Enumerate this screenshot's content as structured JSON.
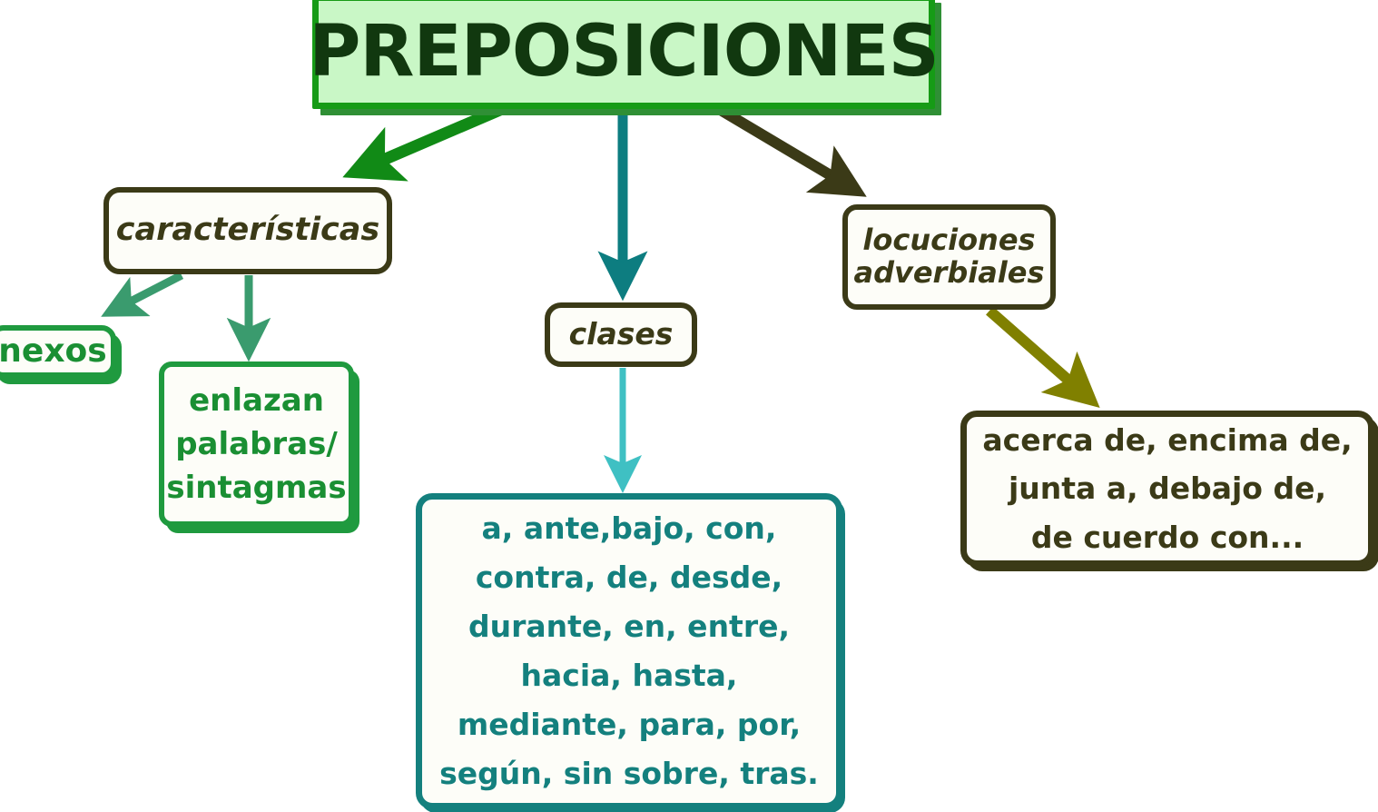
{
  "diagram": {
    "title": "PREPOSICIONES",
    "nodes": {
      "title": {
        "label": "PREPOSICIONES",
        "fill_color": "#c9f7c6",
        "border_color": "#169b16",
        "text_color": "#11380f"
      },
      "caracteristicas": {
        "label": "características",
        "border_color": "#3b3a17",
        "text_color": "#3b3a17"
      },
      "clases": {
        "label": "clases",
        "border_color": "#3b3a17",
        "text_color": "#3b3a17"
      },
      "locuciones": {
        "label": "locuciones adverbiales",
        "line_1": "locuciones",
        "line_2": "adverbiales",
        "border_color": "#3b3a17",
        "text_color": "#3b3a17"
      },
      "nexos": {
        "label": "nexos",
        "border_color": "#1f9a3f",
        "text_color": "#1a8f33"
      },
      "enlazan": {
        "label": "enlazan palabras/ sintagmas",
        "line_1": "enlazan",
        "line_2": "palabras/",
        "line_3": "sintagmas",
        "border_color": "#1f9a3f",
        "text_color": "#1a8f33"
      },
      "prepositions_list": {
        "label": "a, ante,bajo, con, contra, de, desde, durante, en, entre, hacia, hasta, mediante, para, por, según, sin sobre, tras.",
        "line_1": "a, ante,bajo, con,",
        "line_2": "contra, de, desde,",
        "line_3": "durante, en, entre,",
        "line_4": "hacia, hasta,",
        "line_5": "mediante, para, por,",
        "line_6": "según, sin sobre, tras.",
        "border_color": "#14807e",
        "text_color": "#14807e"
      },
      "locutions_list": {
        "label": "acerca de, encima de, junta a, debajo de, de cuerdo con...",
        "line_1": "acerca de, encima de,",
        "line_2": "junta a, debajo de,",
        "line_3": "de cuerdo con...",
        "border_color": "#3b3a17",
        "text_color": "#3b3a17"
      }
    },
    "connectors": [
      {
        "name": "title-to-caracteristicas",
        "from": "title",
        "to": "caracteristicas",
        "color": "#118a16"
      },
      {
        "name": "title-to-clases",
        "from": "title",
        "to": "clases",
        "color": "#0d7d80"
      },
      {
        "name": "title-to-locuciones",
        "from": "title",
        "to": "locuciones",
        "color": "#3b3a17"
      },
      {
        "name": "caracteristicas-to-nexos",
        "from": "caracteristicas",
        "to": "nexos",
        "color": "#3a9b6e"
      },
      {
        "name": "caracteristicas-to-enlazan",
        "from": "caracteristicas",
        "to": "enlazan",
        "color": "#3a9b6e"
      },
      {
        "name": "clases-to-prepositions-list",
        "from": "clases",
        "to": "prepositions_list",
        "color": "#3fc0c3"
      },
      {
        "name": "locuciones-to-locutions-list",
        "from": "locuciones",
        "to": "locutions_list",
        "color": "#808000"
      }
    ]
  }
}
